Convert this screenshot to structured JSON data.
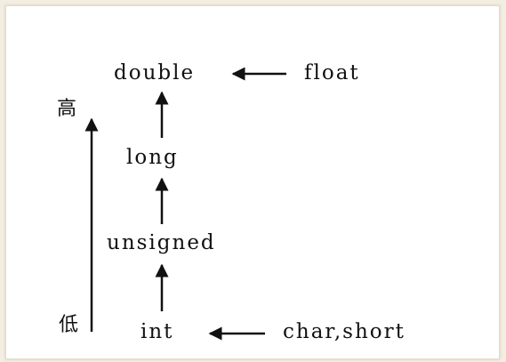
{
  "diagram": {
    "types": {
      "double": "double",
      "float": "float",
      "long": "long",
      "unsigned": "unsigned",
      "int": "int",
      "char_short": "char,short"
    },
    "axis": {
      "high": "高",
      "low": "低"
    }
  },
  "colors": {
    "page_background": "#f3eee2",
    "panel_background": "#ffffff",
    "ink": "#111111"
  }
}
